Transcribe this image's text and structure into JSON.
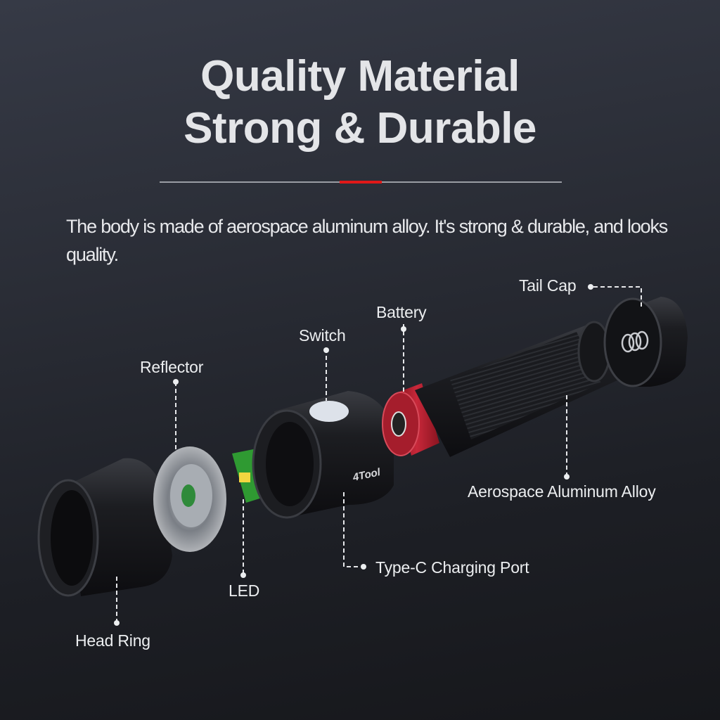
{
  "header": {
    "title_line1": "Quality Material",
    "title_line2": "Strong & Durable"
  },
  "description": "The body is made of aerospace aluminum alloy. It's strong & durable, and looks quality.",
  "brand_mark": "4Tool",
  "accent_color": "#e01818",
  "components": {
    "tail_cap": "Tail Cap",
    "battery": "Battery",
    "switch": "Switch",
    "reflector": "Reflector",
    "aerospace_alloy": "Aerospace Aluminum Alloy",
    "type_c_port": "Type-C Charging Port",
    "led": "LED",
    "head_ring": "Head Ring"
  }
}
